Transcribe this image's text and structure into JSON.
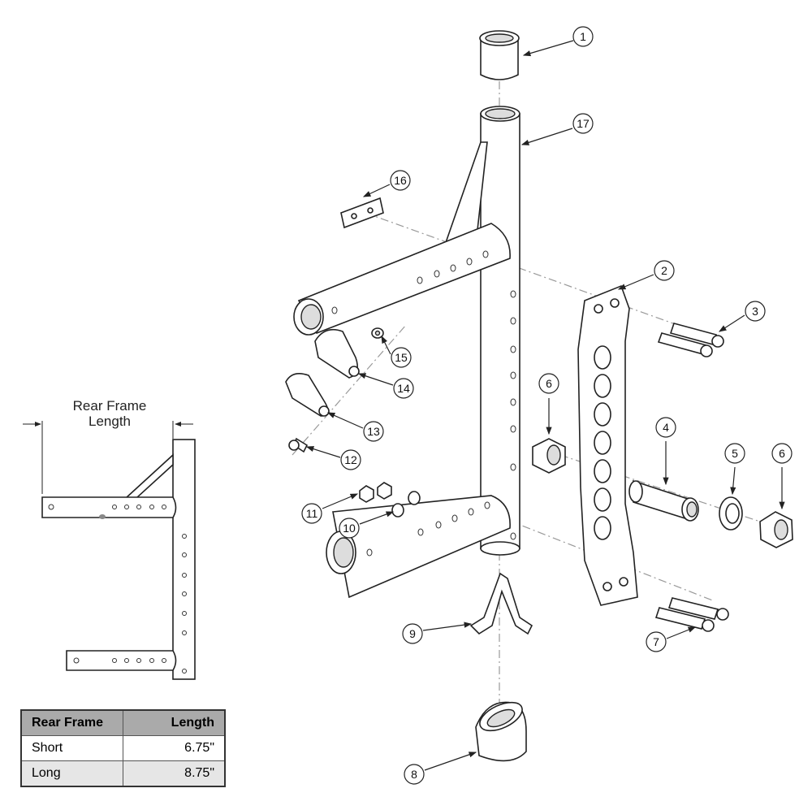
{
  "dimension_label": {
    "line1": "Rear Frame",
    "line2": "Length"
  },
  "table": {
    "headers": [
      "Rear Frame",
      "Length"
    ],
    "rows": [
      {
        "frame": "Short",
        "length": "6.75\""
      },
      {
        "frame": "Long",
        "length": "8.75\""
      }
    ]
  },
  "callouts": [
    "1",
    "17",
    "16",
    "2",
    "3",
    "15",
    "14",
    "6",
    "4",
    "5",
    "6",
    "13",
    "12",
    "11",
    "10",
    "9",
    "7",
    "8"
  ]
}
